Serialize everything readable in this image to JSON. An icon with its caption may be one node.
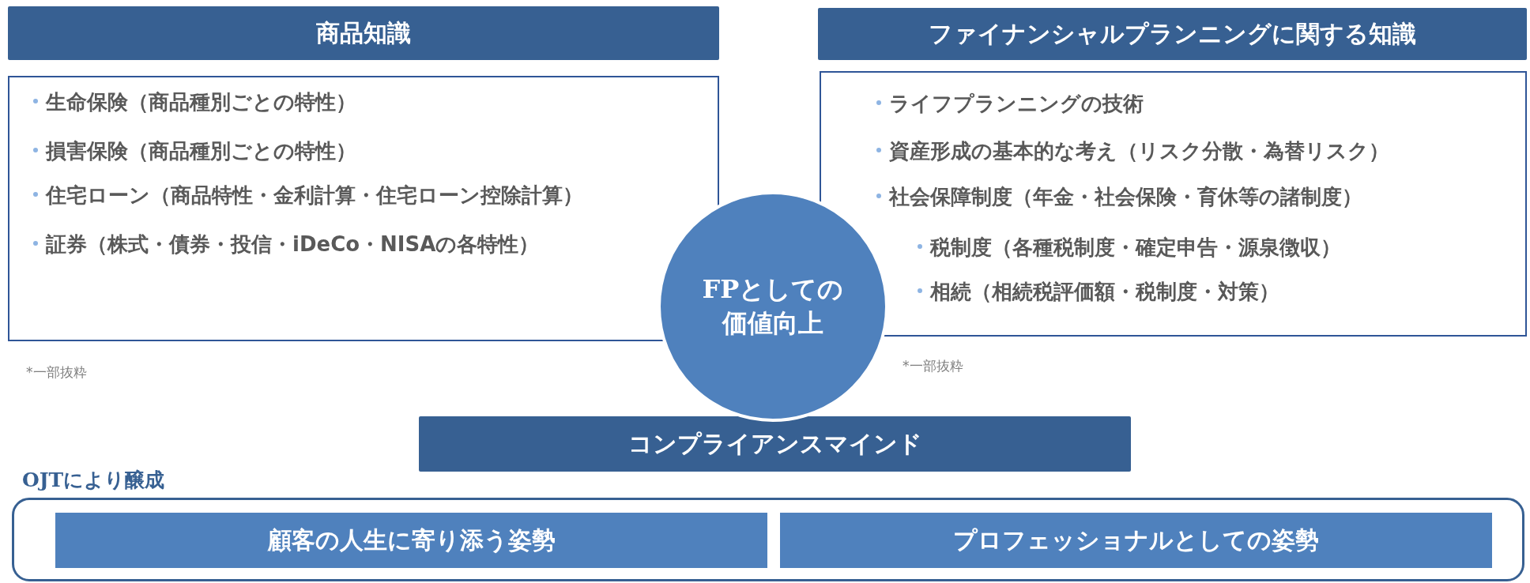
{
  "diagram": {
    "nodes": [
      {
        "text": [
          "商品知識"
        ]
      },
      {
        "text": [
          "生命保険（商品種別ごとの特性）",
          "損害保険（商品種別ごとの特性）",
          "住宅ローン（商品特性・金利計算・住宅ローン控除計算）",
          "証券（株式・債券・投信・iDeCo・NISAの各特性）"
        ],
        "beside": [
          "*一部抜粋"
        ]
      },
      {
        "text": [
          "ファイナンシャルプランニングに関する知識"
        ]
      },
      {
        "text": [
          "ライフプランニングの技術",
          "資産形成の基本的な考え（リスク分散・為替リスク）",
          "社会保障制度（年金・社会保険・育休等の諸制度）",
          "税制度（各種税制度・確定申告・源泉徴収）",
          "相続（相続税評価額・税制度・対策）"
        ],
        "beside": [
          "*一部抜粋"
        ]
      },
      {
        "text": [
          "FPとしての価値向上"
        ]
      },
      {
        "text": [
          "コンプライアンスマインド"
        ]
      },
      {
        "text": [
          "OJTにより醸成"
        ]
      },
      {
        "text": [
          "顧客の人生に寄り添う姿勢"
        ],
        "in": 6
      },
      {
        "text": [
          "プロフェッショナルとしての姿勢"
        ],
        "in": 6
      }
    ]
  }
}
